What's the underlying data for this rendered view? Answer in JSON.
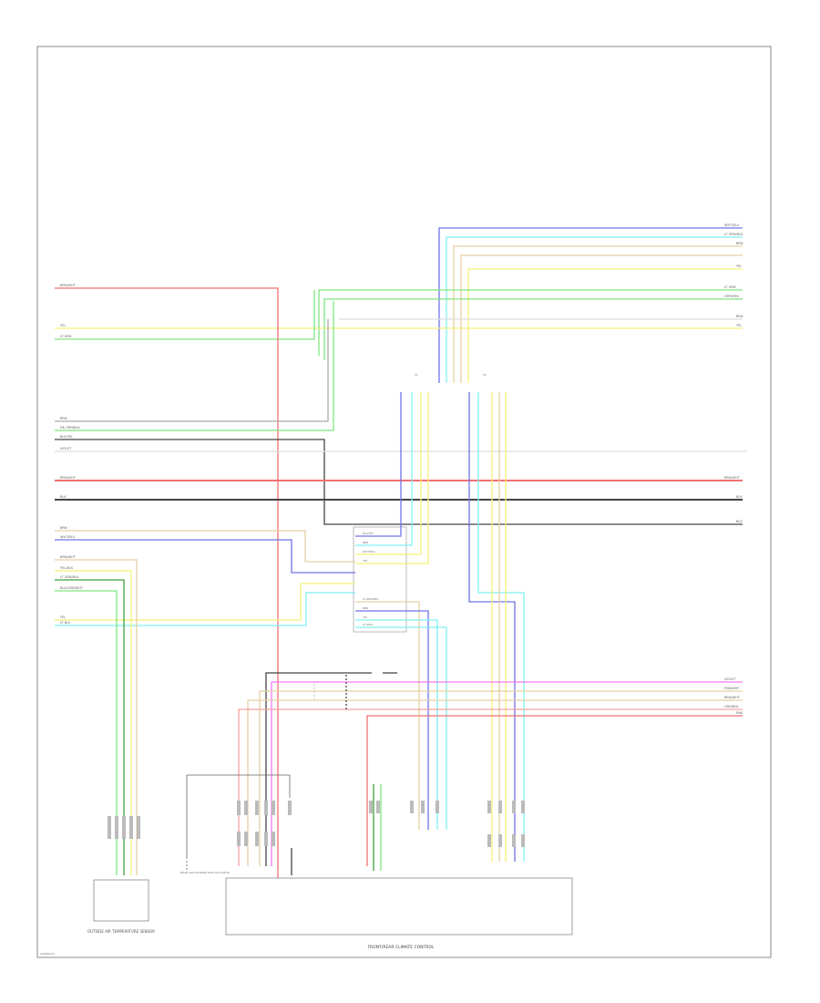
{
  "diagram": {
    "footer_code": "A300601G",
    "module_label": "FRONT/REAR CLIMATE CONTROL",
    "sensor_label": "OUTSIDE AIR TEMPERATURE SENSOR",
    "actuator_label": "REAR AIR DISTRIBUTION ACTUATOR",
    "splice_label_1": "S1",
    "splice_label_2": "S2",
    "mid_labels": [
      "BLK/YEL",
      "BRN",
      "WHT/BLU",
      "YEL",
      "LT GRN/BLK",
      "BRN",
      "YEL",
      "LT GRN"
    ],
    "top_right_labels": [
      "WHT/BLU",
      "LT GRN/BLK",
      "BRN",
      "YEL",
      "LT GRN",
      "GRY/BRN",
      "BRN",
      "YEL"
    ],
    "left_labels": [
      "BRN/WHT",
      "YEL",
      "LT GRN",
      "BRN",
      "DK GRN/BLK",
      "BLK/YEL",
      "VIOLET",
      "BRN/WHT",
      "BLK",
      "BRN",
      "WHT/BLU",
      "BRN/WHT",
      "YEL/BLK",
      "LT GRN/BLK",
      "BLK/GRN/WHT",
      "YEL",
      "LT BLU"
    ],
    "right_labels": [
      "BRN/WHT",
      "BLK",
      "BLK",
      "VIOLET",
      "PNK/WHT",
      "BRN/WHT",
      "GRN/BLK",
      "PNK"
    ],
    "colors": {
      "red": "#f07070",
      "yellow": "#f5f07a",
      "lightgreen": "#7de87d",
      "blue": "#6f73e6",
      "cyan": "#7ff0f0",
      "tan": "#e8cfa4",
      "black": "#444444",
      "gray": "#aaaaaa",
      "magenta": "#f07af0",
      "pink": "#f5a0a0",
      "darkgreen": "#3ea03e"
    }
  }
}
